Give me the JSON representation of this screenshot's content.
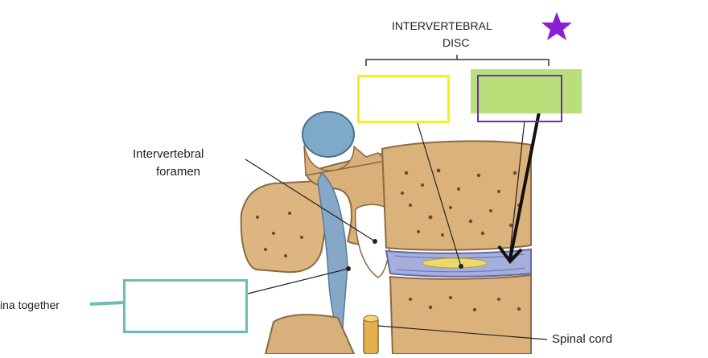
{
  "labels": {
    "disc_title_line1": "INTERVERTEBRAL",
    "disc_title_line2": "DISC",
    "foramen_line1": "Intervertebral",
    "foramen_line2": "foramen",
    "spinal_cord": "Spinal cord",
    "left_cut_text": "ina together"
  },
  "annotations": {
    "star_icon": "star-icon",
    "star_color": "#8a1fd6"
  },
  "colors": {
    "answer_box_yellow": "#f5f01e",
    "answer_box_green_fill": "#b9df7a",
    "answer_box_purple": "#6a2fb0",
    "answer_box_teal": "#6bbdb8",
    "bone": "#d8b07c",
    "disc_blue": "#9aa6d6",
    "nucleus_yellow": "#ecd96a",
    "cartilage_blue": "#7fa9c9"
  }
}
